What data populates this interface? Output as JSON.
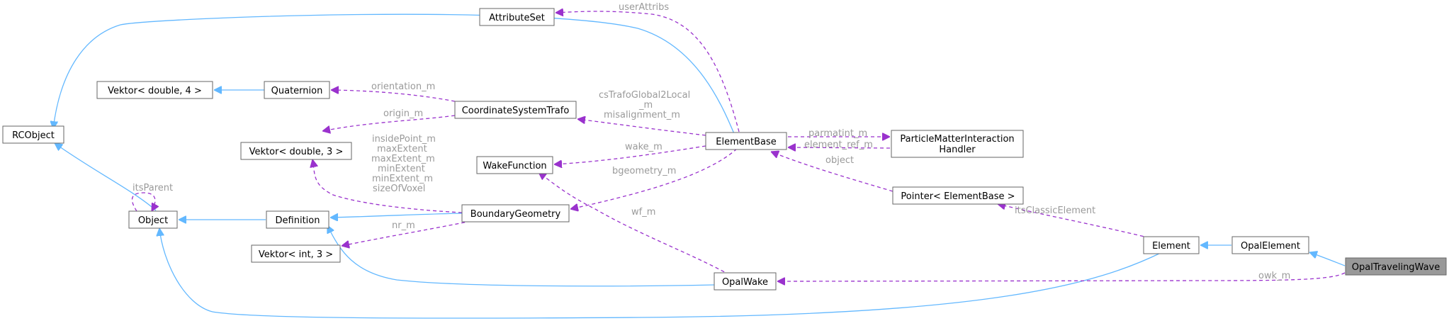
{
  "nodes": {
    "attribute_set": "AttributeSet",
    "rcobject": "RCObject",
    "vektor_double_4": "Vektor< double, 4 >",
    "quaternion": "Quaternion",
    "coordinate_system_trafo": "CoordinateSystemTrafo",
    "vektor_double_3": "Vektor< double, 3 >",
    "wake_function": "WakeFunction",
    "element_base": "ElementBase",
    "pmi_handler_line1": "ParticleMatterInteraction",
    "pmi_handler_line2": "Handler",
    "object": "Object",
    "definition": "Definition",
    "boundary_geometry": "BoundaryGeometry",
    "pointer_element_base": "Pointer< ElementBase >",
    "vektor_int_3": "Vektor< int, 3 >",
    "element": "Element",
    "opal_element": "OpalElement",
    "opal_wake": "OpalWake",
    "opal_traveling_wave": "OpalTravelingWave"
  },
  "edge_labels": {
    "user_attribs": "userAttribs",
    "orientation_m": "orientation_m",
    "origin_m": "origin_m",
    "cs_trafo_line1": "csTrafoGlobal2Local",
    "cs_trafo_line2": "_m",
    "cs_trafo_line3": "misalignment_m",
    "parmatint_m": "parmatint_m",
    "element_ref_m": "element_ref_m",
    "wake_m": "wake_m",
    "object_label": "object",
    "bgeometry_m": "bgeometry_m",
    "its_parent": "itsParent",
    "bounds_line1": "insidePoint_m",
    "bounds_line2": "maxExtent",
    "bounds_line3": "maxExtent_m",
    "bounds_line4": "minExtent",
    "bounds_line5": "minExtent_m",
    "bounds_line6": "sizeOfVoxel",
    "nr_m": "nr_m",
    "wf_m": "wf_m",
    "its_classic_element": "itsClassicElement",
    "owk_m": "owk_m"
  },
  "colors": {
    "inheritance": "#63b8ff",
    "usage": "#9a32cd",
    "label": "#9a9a9a",
    "highlight_fill": "#999999"
  }
}
